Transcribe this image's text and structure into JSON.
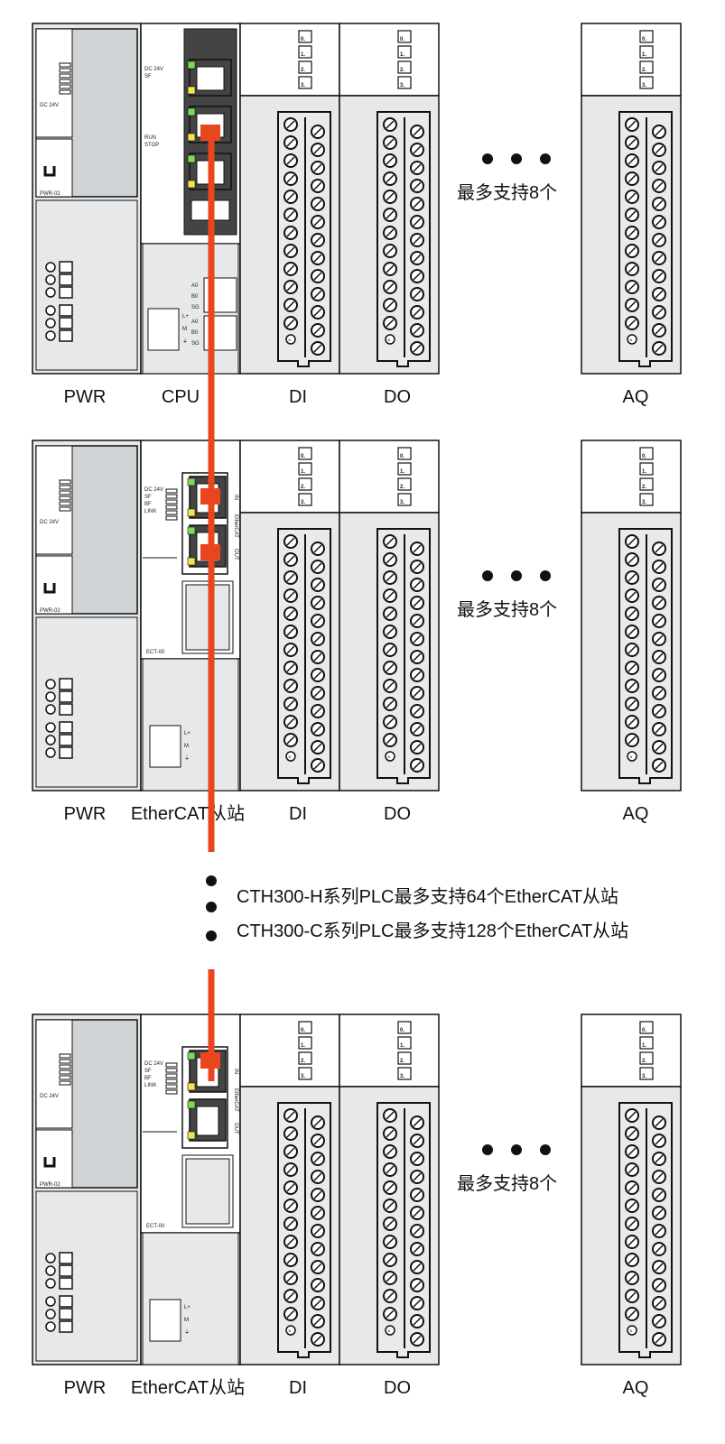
{
  "colors": {
    "bus": "#e8461f",
    "panel": "#d0d3d6",
    "light": "#e6e8ea",
    "led_green": "#7ed957",
    "led_yellow": "#f2e64a"
  },
  "max_modules_note": "最多支持8个",
  "rack_labels": [
    "PWR",
    "CPU",
    "DI",
    "DO",
    "AQ"
  ],
  "slave_rack_labels": [
    "PWR",
    "EtherCAT从站",
    "DI",
    "DO",
    "AQ"
  ],
  "channel_labels": [
    "0.",
    "1.",
    "2.",
    "3."
  ],
  "pwr_module": {
    "voltage": "DC 24V",
    "model": "PWR-02"
  },
  "cpu_module": {
    "leds": [
      "DC 24V",
      "SF"
    ],
    "switch": [
      "RUN",
      "STOP"
    ],
    "terminals_top": [
      "A0",
      "B0",
      "SG"
    ],
    "terminals_bottom": [
      "A0",
      "B0",
      "SG"
    ],
    "power_terminals": [
      "L+",
      "M",
      "⏚"
    ]
  },
  "slave_module": {
    "leds": [
      "DC 24V",
      "SF",
      "BF",
      "LINK"
    ],
    "port_in": "IN",
    "port_out": "OUT",
    "bus_label": "EtherCAT",
    "model": "ECT-00",
    "power_terminals": [
      "L+",
      "M",
      "⏚"
    ]
  },
  "notes": [
    "CTH300-H系列PLC最多支持64个EtherCAT从站",
    "CTH300-C系列PLC最多支持128个EtherCAT从站"
  ]
}
